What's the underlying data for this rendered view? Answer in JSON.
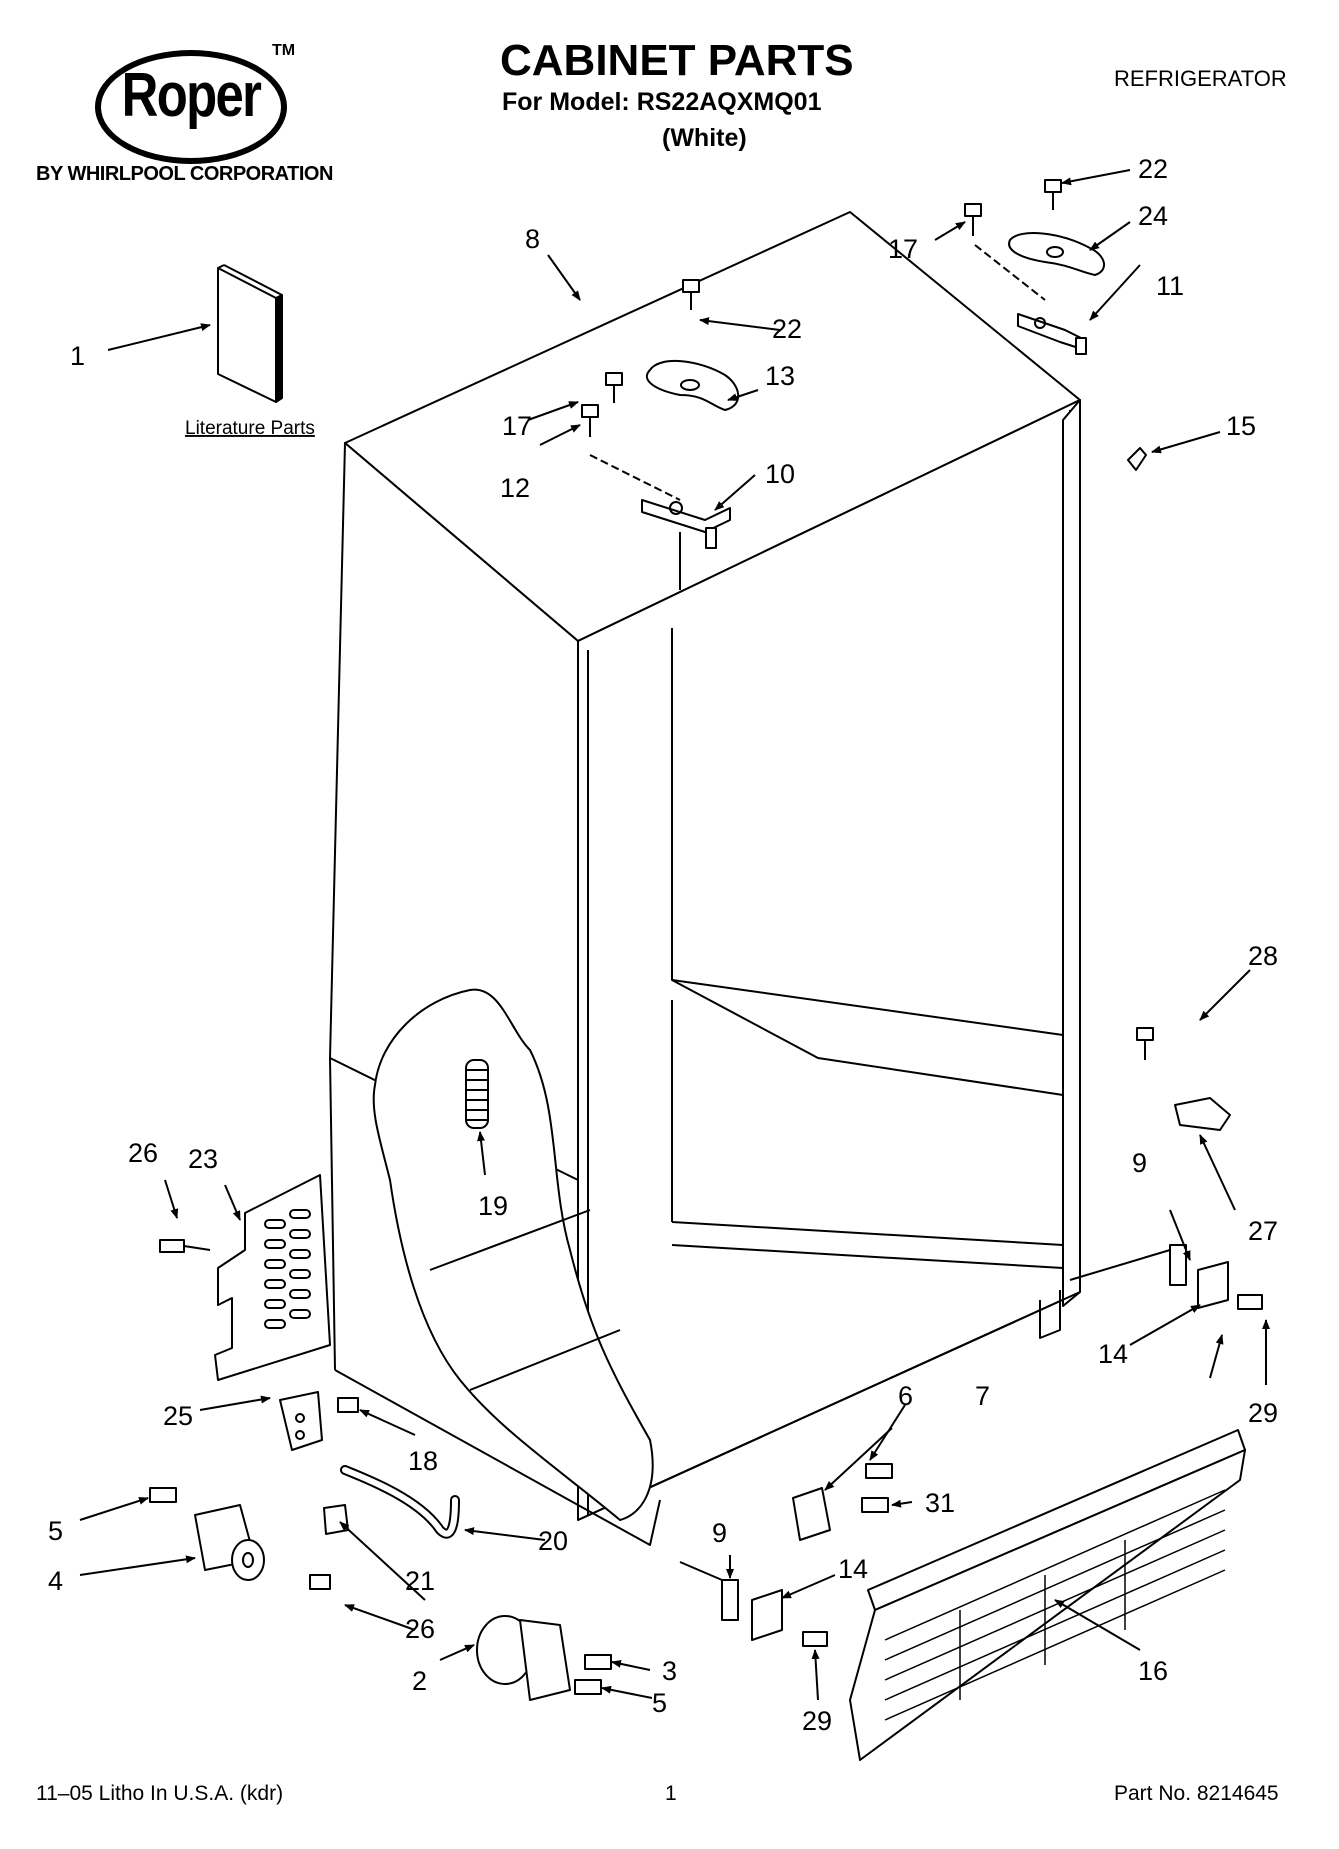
{
  "header": {
    "brand": "Roper",
    "trademark": "TM",
    "brand_tagline": "BY WHIRLPOOL CORPORATION",
    "title": "CABINET PARTS",
    "model_line": "For Model: RS22AQXMQ01",
    "color_line": "(White)",
    "category": "REFRIGERATOR"
  },
  "diagram": {
    "literature_label": "Literature Parts",
    "callouts": {
      "c1": "1",
      "c2": "2",
      "c3": "3",
      "c4": "4",
      "c5a": "5",
      "c5b": "5",
      "c6": "6",
      "c7": "7",
      "c8": "8",
      "c9a": "9",
      "c9b": "9",
      "c10": "10",
      "c11": "11",
      "c12": "12",
      "c13": "13",
      "c14a": "14",
      "c14b": "14",
      "c15": "15",
      "c16": "16",
      "c17a": "17",
      "c17b": "17",
      "c18": "18",
      "c19": "19",
      "c20": "20",
      "c21": "21",
      "c22a": "22",
      "c22b": "22",
      "c23": "23",
      "c24": "24",
      "c25": "25",
      "c26a": "26",
      "c26b": "26",
      "c27": "27",
      "c28": "28",
      "c29a": "29",
      "c29b": "29",
      "c31": "31"
    }
  },
  "footer": {
    "litho": "11–05 Litho In U.S.A. (kdr)",
    "page": "1",
    "part_no": "Part No. 8214645"
  }
}
